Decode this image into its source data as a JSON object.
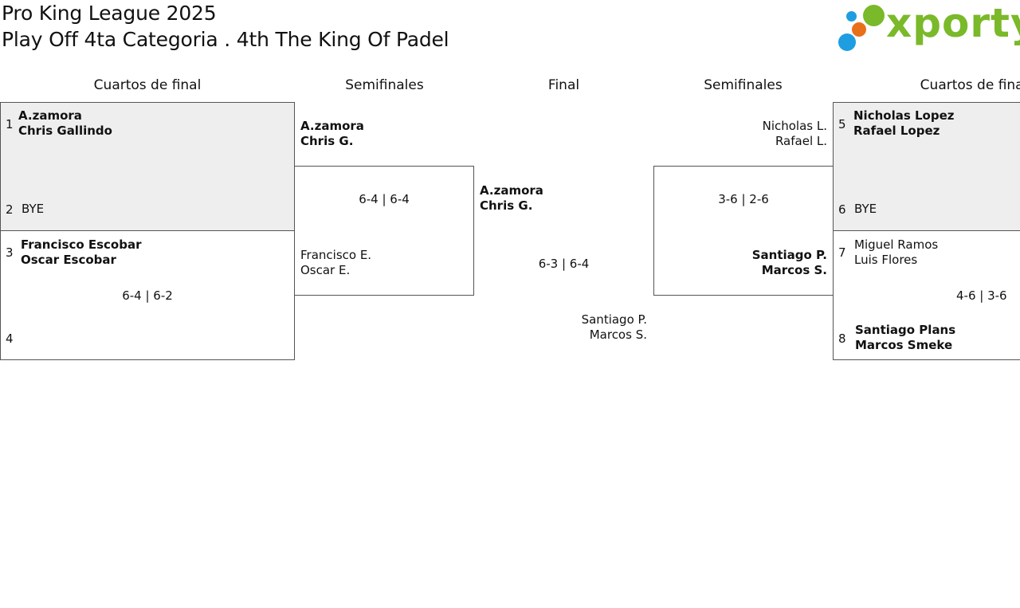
{
  "header": {
    "title_line1": "Pro King League 2025",
    "title_line2": "Play Off 4ta Categoria . 4th The King Of Padel"
  },
  "logo": {
    "text": "xporty",
    "colors": {
      "green": "#7ab929",
      "blue": "#1e9ee0",
      "orange": "#e8701a"
    }
  },
  "rounds": {
    "qf_left": "Cuartos de final",
    "sf_left": "Semifinales",
    "final": "Final",
    "sf_right": "Semifinales",
    "qf_right": "Cuartos de final"
  },
  "qf_left": {
    "m1": {
      "seed_a": "1",
      "team_a_p1": "A.zamora",
      "team_a_p2": "Chris Gallindo",
      "seed_b": "2",
      "team_b": "BYE"
    },
    "m2": {
      "seed_a": "3",
      "team_a_p1": "Francisco Escobar",
      "team_a_p2": "Oscar Escobar",
      "score": "6-4 | 6-2",
      "seed_b": "4"
    }
  },
  "sf_left": {
    "team_a_p1": "A.zamora",
    "team_a_p2": "Chris G.",
    "score": "6-4 | 6-4",
    "team_b_p1": "Francisco E.",
    "team_b_p2": "Oscar E."
  },
  "final": {
    "team_a_p1": "A.zamora",
    "team_a_p2": "Chris G.",
    "score": "6-3 | 6-4",
    "team_b_p1": "Santiago P.",
    "team_b_p2": "Marcos S."
  },
  "sf_right": {
    "team_a_p1": "Nicholas L.",
    "team_a_p2": "Rafael L.",
    "score": "3-6 | 2-6",
    "team_b_p1": "Santiago P.",
    "team_b_p2": "Marcos S."
  },
  "qf_right": {
    "m1": {
      "seed_a": "5",
      "team_a_p1": "Nicholas Lopez",
      "team_a_p2": "Rafael Lopez",
      "seed_b": "6",
      "team_b": "BYE"
    },
    "m2": {
      "seed_a": "7",
      "team_a_p1": "Miguel Ramos",
      "team_a_p2": "Luis Flores",
      "score": "4-6 | 3-6",
      "seed_b": "8",
      "team_b_p1": "Santiago Plans",
      "team_b_p2": "Marcos Smeke"
    }
  }
}
